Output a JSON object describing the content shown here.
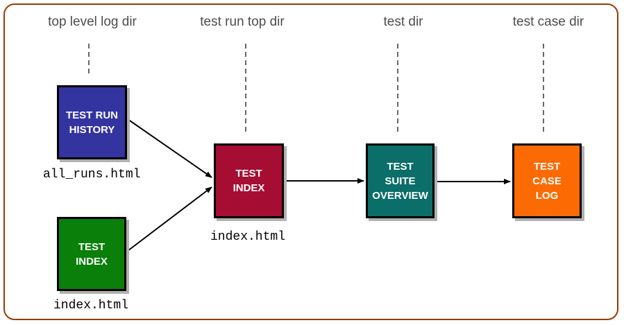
{
  "diagram": {
    "column_headers": [
      "top level log dir",
      "test run top dir",
      "test dir",
      "test case dir"
    ],
    "nodes": [
      {
        "id": "test-run-history",
        "label": "TEST RUN\nHISTORY",
        "color": "#3434a0",
        "file_label": "all_runs.html",
        "column": "top level log dir"
      },
      {
        "id": "test-index-toplevel",
        "label": "TEST\nINDEX",
        "color": "#0a7f0a",
        "file_label": "index.html",
        "column": "top level log dir"
      },
      {
        "id": "test-index-run",
        "label": "TEST\nINDEX",
        "color": "#a60d33",
        "file_label": "index.html",
        "column": "test run top dir"
      },
      {
        "id": "test-suite-overview",
        "label": "TEST\nSUITE\nOVERVIEW",
        "color": "#0b6e68",
        "column": "test dir"
      },
      {
        "id": "test-case-log",
        "label": "TEST\nCASE\nLOG",
        "color": "#fc6a04",
        "column": "test case dir"
      }
    ],
    "edges": [
      {
        "from": "test-run-history",
        "to": "test-index-run"
      },
      {
        "from": "test-index-toplevel",
        "to": "test-index-run"
      },
      {
        "from": "test-index-run",
        "to": "test-suite-overview"
      },
      {
        "from": "test-suite-overview",
        "to": "test-case-log"
      }
    ],
    "colors": {
      "frame_border": "#963a00",
      "header_text": "#4d4d4d",
      "node_border": "#000000",
      "node_text": "#ffffff",
      "shadow": "#b1b1b1",
      "arrow": "#000000"
    }
  }
}
